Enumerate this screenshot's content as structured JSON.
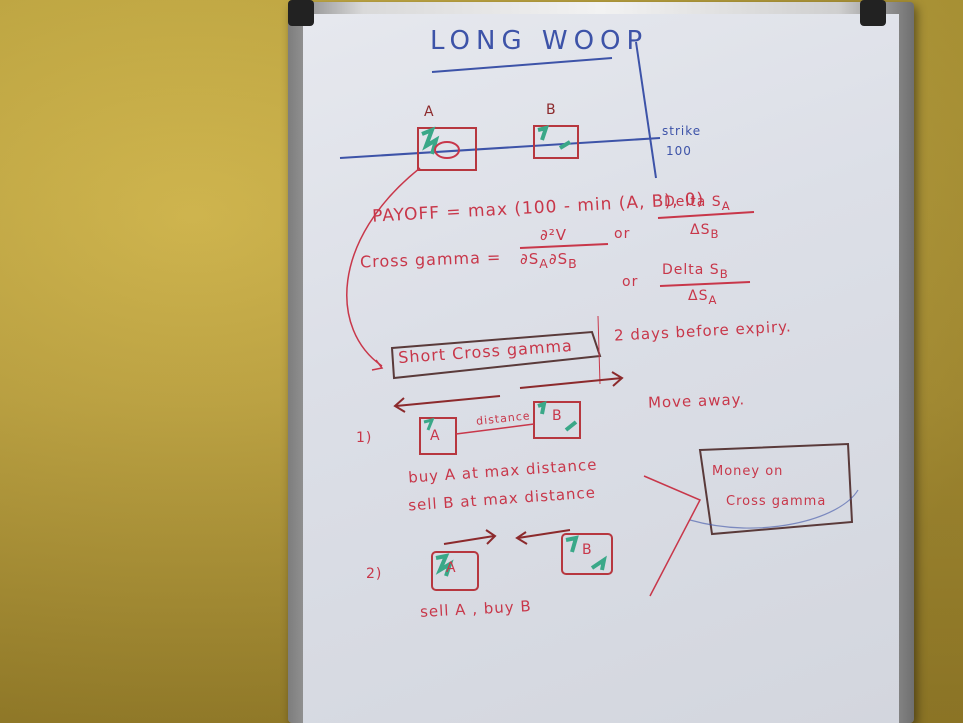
{
  "board": {
    "title": "LONG WOOP",
    "point_a": "A",
    "point_b": "B",
    "strike_line1": "strike",
    "strike_line2": "100",
    "payoff": "PAYOFF = max (100 - min (A, B), 0)",
    "cross_gamma_label": "Cross gamma =",
    "partial_num": "∂²V",
    "partial_den": "∂S",
    "sub_a": "A",
    "sub_b": "B",
    "or_1": "or",
    "or_2": "or",
    "delta_num": "Delta S",
    "delta_den": "ΔS",
    "short_box": "Short Cross gamma",
    "days_text": "2 days before expiry.",
    "move_away": "Move away.",
    "step1_marker": "1)",
    "distance": "distance",
    "buy_a": "buy A at max distance",
    "sell_b": "sell B at max distance",
    "money_line1": "Money on",
    "money_line2": "Cross gamma",
    "step2_marker": "2)",
    "sell_buy": "sell A , buy B"
  },
  "colors": {
    "red_ink": "#c8374a",
    "blue_ink": "#3d53a8",
    "green_ink": "#3aa888",
    "dark_ink": "#6b3a3a"
  }
}
